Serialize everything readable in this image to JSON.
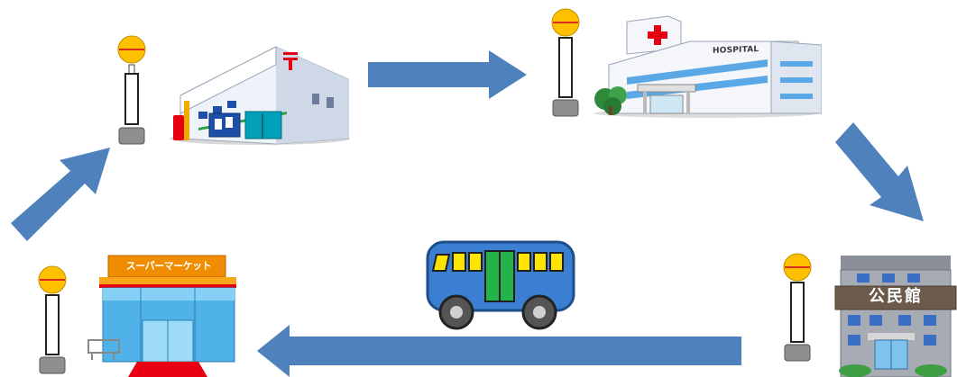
{
  "hospital": {
    "sign": "HOSPITAL"
  },
  "community_center": {
    "sign": "公民館"
  },
  "supermarket": {
    "sign": "スーパーマーケット"
  },
  "colors": {
    "arrow": "#4f81bd",
    "bus_body": "#3a7fd2",
    "bus_door": "#24b34b",
    "bus_window": "#ffe400",
    "stop_head": "#ffc000",
    "stop_head_line": "#d62d20"
  }
}
